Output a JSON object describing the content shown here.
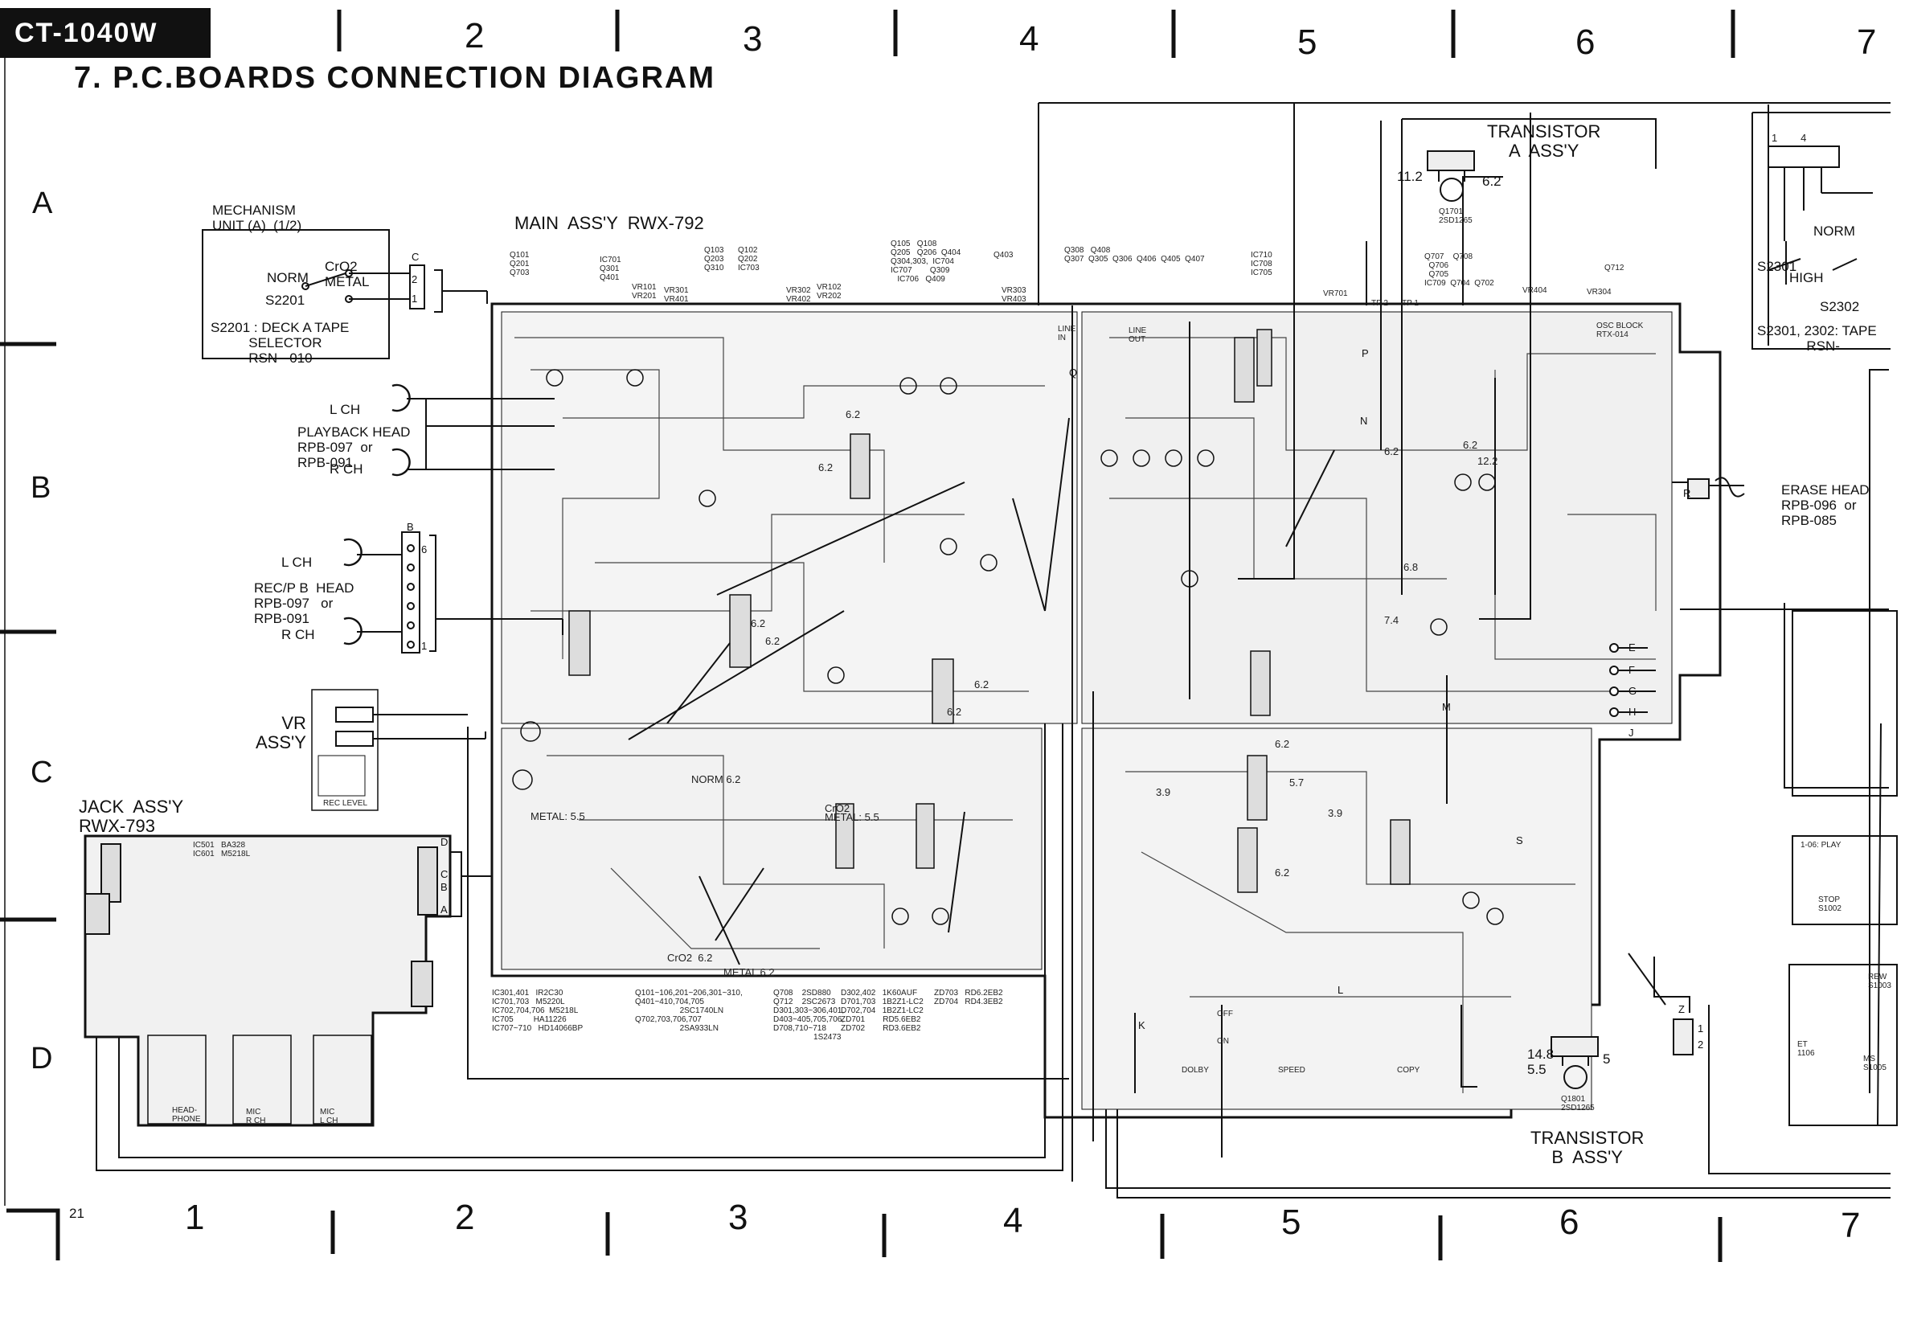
{
  "header": {
    "model_badge": "CT-1040W",
    "title": "7. P.C.BOARDS CONNECTION DIAGRAM"
  },
  "grid": {
    "top_columns": [
      "2",
      "3",
      "4",
      "5",
      "6",
      "7"
    ],
    "bottom_columns": [
      "1",
      "2",
      "3",
      "4",
      "5",
      "6",
      "7"
    ],
    "rows": [
      "A",
      "B",
      "C",
      "D"
    ],
    "page_number": "21"
  },
  "mechanism": {
    "title": "MECHANISM\nUNIT (A)  (1/2)",
    "metal_label": "CrO2\nMETAL",
    "norm_label": "NORM",
    "switch_label": "S2201",
    "caption": "S2201 : DECK A TAPE\n          SELECTOR\n          RSN - 010",
    "connector": "C",
    "pins": [
      "2",
      "1"
    ]
  },
  "heads": {
    "playback": {
      "l_ch": "L CH",
      "title": "PLAYBACK HEAD\nRPB-097  or\nRPB-091",
      "r_ch": "R CH"
    },
    "rec_pb": {
      "l_ch": "L CH",
      "title": "REC/P B  HEAD\nRPB-097   or\nRPB-091",
      "r_ch": "R CH",
      "connector": "B",
      "pins": [
        "6",
        "1"
      ]
    },
    "erase": {
      "title": "ERASE HEAD\nRPB-096  or\nRPB-085"
    }
  },
  "main_assy": {
    "title": "MAIN  ASS'Y  RWX-792",
    "line_in": "LINE\nIN",
    "line_out": "LINE\nOUT",
    "osc_block": "OSC BLOCK\nRTX-014",
    "norm": "NORM 6.2",
    "metal_left": "METAL: 5.5",
    "metal_right": "CrO2\nMETAL: 5.5",
    "cro2_bottom": "CrO2  6.2",
    "metal_bottom": "METAL 6.2",
    "dolby": "DOLBY",
    "speed": "SPEED",
    "copy": "COPY",
    "off": "OFF",
    "on": "ON",
    "tp2": "TP 2",
    "tp1": "TP 1",
    "vr701": "VR701",
    "vr404": "VR404",
    "vr304": "VR304",
    "top_refs": [
      "Q101\nQ201\nQ703",
      "IC701\nQ301\nQ401",
      "Q103\nQ203\nQ310",
      "Q102\nQ202\nIC703",
      "Q105   Q108\nQ205   Q206  Q404\nQ304,303,  IC704\nIC707        Q309\n   IC706   Q409",
      "Q403",
      "Q308   Q408\nQ307  Q305  Q306  Q406  Q405  Q407",
      "IC710\nIC708\nIC705",
      "Q707    Q708\n  Q706\n  Q705\nIC709  Q704  Q702",
      "Q712"
    ],
    "vr_refs": [
      "VR101\nVR201",
      "VR301\nVR401",
      "VR302\nVR402",
      "VR102\nVR202",
      "VR303\nVR403"
    ],
    "parts_table": [
      "IC301,401   IR2C30\nIC701,703   M5220L\nIC702,704,706  M5218L\nIC705         HA11226\nIC707~710   HD14066BP",
      "Q101~106,201~206,301~310,\nQ401~410,704,705\n                    2SC1740LN\nQ702,703,706,707\n                    2SA933LN",
      "Q708    2SD880\nQ712    2SC2673\nD301,303~306,401,\nD403~405,705,706,\nD708,710~718\n                  1S2473",
      "D302,402   1K60AUF\nD701,703   1B2Z1-LC2\nD702,704   1B2Z1-LC2\nZD701        RD5.6EB2\nZD702        RD3.6EB2",
      "ZD703   RD6.2EB2\nZD704   RD4.3EB2"
    ],
    "voltages": [
      "6.2",
      "6.2",
      "6.2",
      "6.2",
      "6.2",
      "6.2",
      "6.2",
      "6.2",
      "3.9",
      "3.9",
      "5.7",
      "6.8",
      "7.4",
      "12.2",
      "6.2",
      "6.2"
    ]
  },
  "transistor_a": {
    "title": "TRANSISTOR\nA  ASS'Y",
    "left_v": "11.2",
    "right_v": "6.2",
    "part": "Q1701\n2SD1265"
  },
  "transistor_b": {
    "title": "TRANSISTOR\nB  ASS'Y",
    "left_v": "14.8\n5.5",
    "right_v": "5",
    "part": "Q1801\n2SD1265"
  },
  "mechanism_b": {
    "pins": "1        4",
    "norm": "NORM",
    "high": "HIGH",
    "s2301": "S2301",
    "s2302": "S2302",
    "caption": "S2301, 2302: TAPE\n             RSN-"
  },
  "vr_assy": {
    "title": "VR\nASS'Y",
    "rec_level": "REC LEVEL"
  },
  "jack_assy": {
    "title": "JACK  ASS'Y\nRWX-793",
    "ic_ref": "IC501   BA328\nIC601   M5218L",
    "headphone": "HEAD-\nPHONE",
    "mic_r": "MIC\nR CH",
    "mic_l": "MIC\nL CH",
    "connectors": [
      "D",
      "A",
      "C",
      "B"
    ]
  },
  "right_edge": {
    "play": "1-06: PLAY",
    "stop": "STOP\nS1002",
    "rew": "REW\nS1003",
    "ms": "MS\nS1005",
    "et": "ET\n1106"
  },
  "connector_letters": [
    "E",
    "F",
    "G",
    "H",
    "J",
    "K",
    "L",
    "M",
    "N",
    "P",
    "Q",
    "R",
    "S",
    "Z"
  ],
  "connector_z_pins": [
    "1",
    "2"
  ]
}
